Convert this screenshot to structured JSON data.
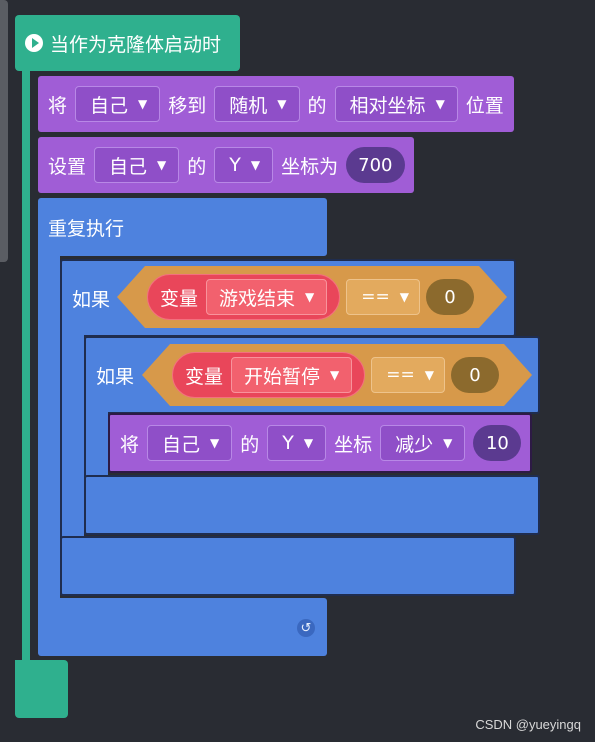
{
  "hat": {
    "label": "当作为克隆体启动时",
    "icon": "play-icon"
  },
  "move_block": {
    "prefix": "将",
    "target": "自己",
    "action": "移到",
    "mode": "随机",
    "of": "的",
    "ref": "相对坐标",
    "suffix": "位置"
  },
  "set_y_block": {
    "prefix": "设置",
    "target": "自己",
    "of": "的",
    "axis": "Y",
    "action": "坐标为",
    "value": "700"
  },
  "forever_block": {
    "label": "重复执行",
    "icon": "loop-arrow-icon"
  },
  "if_outer": {
    "label": "如果",
    "var_label": "变量",
    "var_name": "游戏结束",
    "operator": "==",
    "value": "0"
  },
  "if_inner": {
    "label": "如果",
    "var_label": "变量",
    "var_name": "开始暂停",
    "operator": "==",
    "value": "0"
  },
  "change_y_block": {
    "prefix": "将",
    "target": "自己",
    "of": "的",
    "axis": "Y",
    "word": "坐标",
    "action": "减少",
    "value": "10"
  },
  "dropdown_arrow": "▼",
  "watermark": "CSDN @yueyingq",
  "colors": {
    "event": "#2fb08e",
    "motion": "#a05dd6",
    "control": "#4e82de",
    "operator": "#d7994a",
    "variable": "#e9465a",
    "background": "#292c33"
  }
}
